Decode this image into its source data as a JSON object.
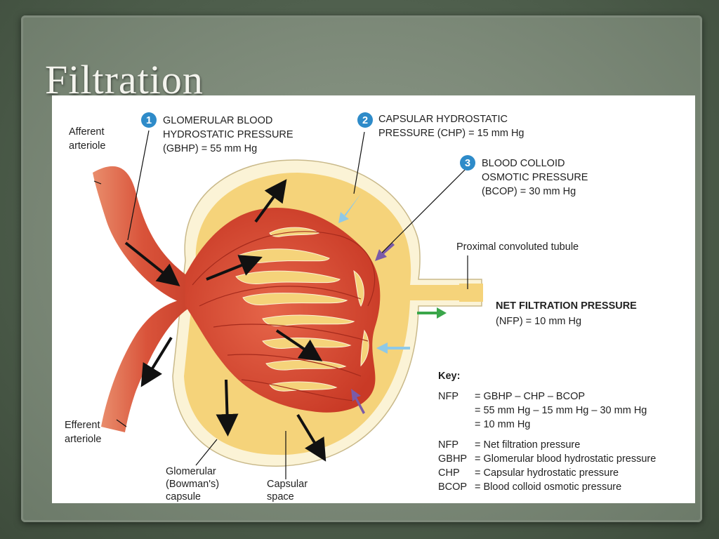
{
  "slide": {
    "title": "Filtration"
  },
  "diagram": {
    "afferent": [
      "Afferent",
      "arteriole"
    ],
    "efferent": [
      "Efferent",
      "arteriole"
    ],
    "glomerular_capsule": [
      "Glomerular",
      "(Bowman's)",
      "capsule"
    ],
    "capsular_space": [
      "Capsular",
      "space"
    ],
    "proximal_tubule": "Proximal convoluted tubule",
    "pressure1": {
      "number": "1",
      "lines": [
        "GLOMERULAR BLOOD",
        "HYDROSTATIC PRESSURE",
        "(GBHP) = 55 mm Hg"
      ],
      "color": "#2e8bc9"
    },
    "pressure2": {
      "number": "2",
      "lines": [
        "CAPSULAR HYDROSTATIC",
        "PRESSURE (CHP) = 15 mm Hg"
      ],
      "color": "#2e8bc9"
    },
    "pressure3": {
      "number": "3",
      "lines": [
        "BLOOD COLLOID",
        "OSMOTIC PRESSURE",
        "(BCOP) = 30 mm Hg"
      ],
      "color": "#2e8bc9"
    },
    "nfp": {
      "heading": "NET FILTRATION PRESSURE",
      "value": "(NFP) = 10 mm Hg"
    },
    "key": {
      "heading": "Key:",
      "equation": [
        {
          "term": "NFP",
          "text": "= GBHP – CHP – BCOP"
        },
        {
          "term": "",
          "text": "= 55 mm Hg – 15 mm Hg – 30 mm Hg"
        },
        {
          "term": "",
          "text": "= 10 mm Hg"
        }
      ],
      "definitions": [
        {
          "term": "NFP",
          "text": "= Net filtration pressure"
        },
        {
          "term": "GBHP",
          "text": "= Glomerular blood hydrostatic pressure"
        },
        {
          "term": "CHP",
          "text": "= Capsular hydrostatic pressure"
        },
        {
          "term": "BCOP",
          "text": "= Blood colloid osmotic pressure"
        }
      ]
    },
    "colors": {
      "vessel": "#d9533a",
      "vessel_light": "#e98d6c",
      "capsule": "#f5d37a",
      "capsule_wall": "#fbf3d6",
      "arrow_gbhp": "#111111",
      "arrow_chp": "#8ec9e8",
      "arrow_bcop": "#7b5ba8",
      "arrow_nfp": "#3aa64a"
    }
  }
}
